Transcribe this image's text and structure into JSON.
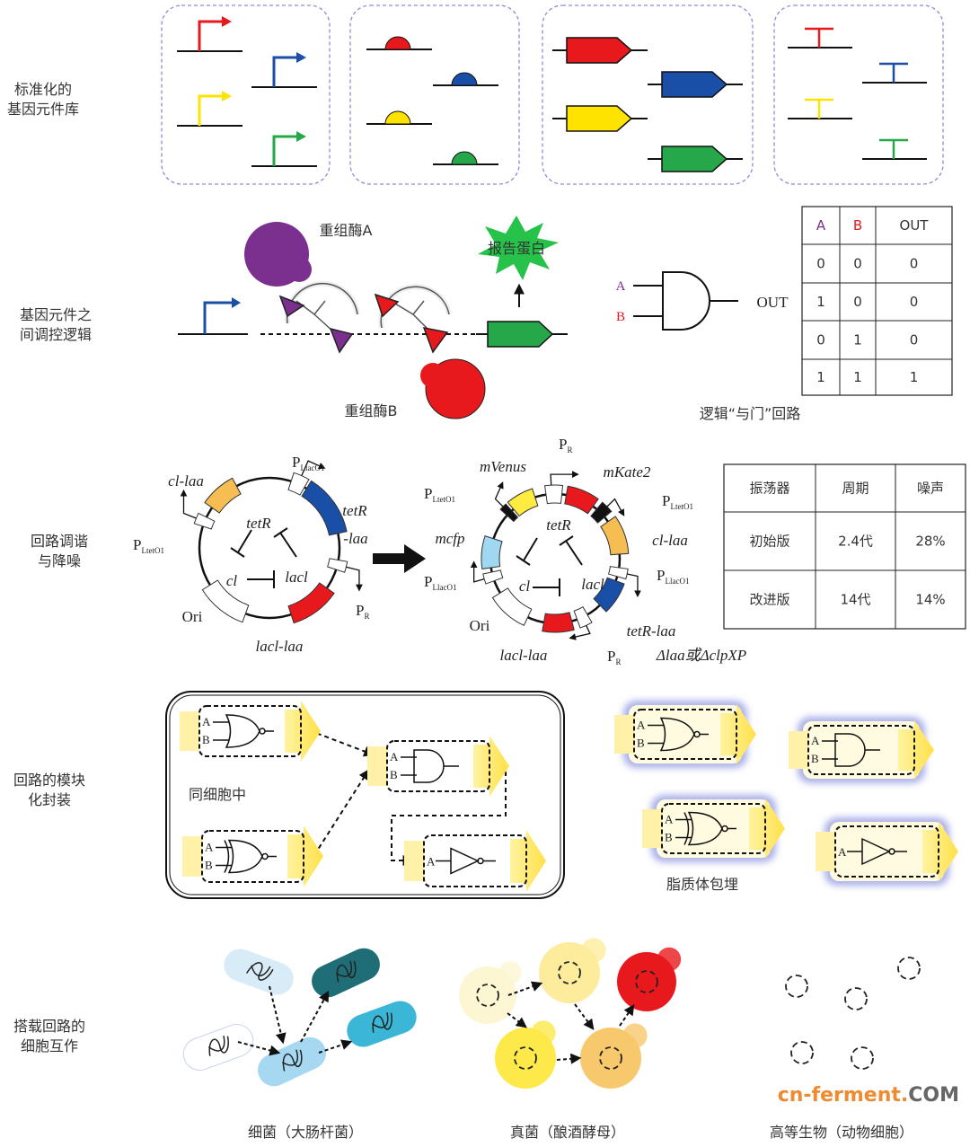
{
  "row_labels": {
    "library": [
      "标准化的",
      "基因元件库"
    ],
    "logic": [
      "基因元件之",
      "间调控逻辑"
    ],
    "tuning": [
      "回路调谐",
      "与降噪"
    ],
    "module": [
      "回路的模块",
      "化封装"
    ],
    "interaction": [
      "搭载回路的",
      "细胞互作"
    ]
  },
  "part_colors": {
    "red": "#e8191c",
    "blue": "#1a4fa8",
    "yellow": "#ffe300",
    "green": "#26a84a"
  },
  "logic": {
    "recombinase_a": "重组酶A",
    "recombinase_b": "重组酶B",
    "reporter": "报告蛋白",
    "gate_input_a": "A",
    "gate_input_b": "B",
    "gate_output": "OUT",
    "caption": "逻辑“与门”回路",
    "truth_table": {
      "headers": [
        "A",
        "B",
        "OUT"
      ],
      "rows": [
        [
          "0",
          "0",
          "0"
        ],
        [
          "1",
          "0",
          "0"
        ],
        [
          "0",
          "1",
          "0"
        ],
        [
          "1",
          "1",
          "1"
        ]
      ]
    }
  },
  "tuning": {
    "plasmid1": {
      "cl_laa": "cl-laa",
      "tetR": "tetR",
      "laa": "-laa",
      "ori": "Ori",
      "lacl_laa": "lacl-laa",
      "inner_tetR": "tetR",
      "inner_cl": "cl",
      "inner_lacl": "lacl",
      "p_llaco1": "P",
      "p_llaco1_sub": "LlacO1",
      "p_ltetO1": "P",
      "p_ltetO1_sub": "LtetO1",
      "p_r": "P",
      "p_r_sub": "R"
    },
    "plasmid2": {
      "mvenus": "mVenus",
      "mkate2": "mKate2",
      "cl_laa": "cl-laa",
      "mcfp": "mcfp",
      "tetR_laa": "tetR-laa",
      "lacl_laa": "lacl-laa",
      "ori": "Ori",
      "inner_tetR": "tetR",
      "inner_cl": "cl",
      "inner_lacl": "lacl",
      "p_r_top": "P",
      "p_r_top_sub": "R",
      "p_ltetO1_left": "P",
      "p_ltetO1_left_sub": "LtetO1",
      "p_ltetO1_right": "P",
      "p_ltetO1_right_sub": "LtetO1",
      "p_llaco1_left": "P",
      "p_llaco1_left_sub": "LlacO1",
      "p_llaco1_right": "P",
      "p_llaco1_right_sub": "LlacO1",
      "p_r_bottom": "P",
      "p_r_bottom_sub": "R",
      "mutation": "Δlaa或ΔclpXP"
    },
    "table": {
      "headers": [
        "振荡器",
        "周期",
        "噪声"
      ],
      "rows": [
        [
          "初始版",
          "2.4代",
          "28%"
        ],
        [
          "改进版",
          "14代",
          "14%"
        ]
      ]
    }
  },
  "module": {
    "same_cell": "同细胞中",
    "liposome": "脂质体包埋",
    "gate_inputs": [
      "A",
      "B"
    ]
  },
  "interaction": {
    "bacteria": "细菌（大肠杆菌）",
    "fungi": "真菌（酿酒酵母）",
    "higher": "高等生物（动物细胞）"
  },
  "watermark": "cn-ferment.COM"
}
